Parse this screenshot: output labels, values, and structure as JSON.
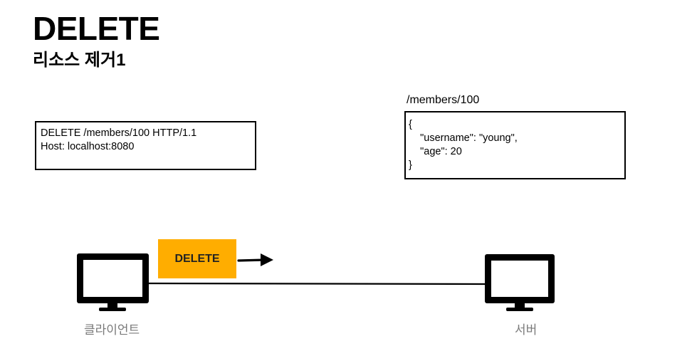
{
  "title": "DELETE",
  "subtitle": "리소스 제거1",
  "request": {
    "lines": [
      "DELETE /members/100 HTTP/1.1",
      "Host: localhost:8080"
    ]
  },
  "resource": {
    "path": "/members/100",
    "lines": [
      "{",
      "    \"username\": \"young\",",
      "    \"age\": 20",
      "}"
    ]
  },
  "message": {
    "label": "DELETE",
    "color": "#ffad00"
  },
  "client": {
    "label": "클라이언트",
    "icon": "monitor-icon"
  },
  "server": {
    "label": "서버",
    "icon": "monitor-icon"
  },
  "colors": {
    "line": "#000000",
    "label_gray": "#7a7a7a"
  }
}
